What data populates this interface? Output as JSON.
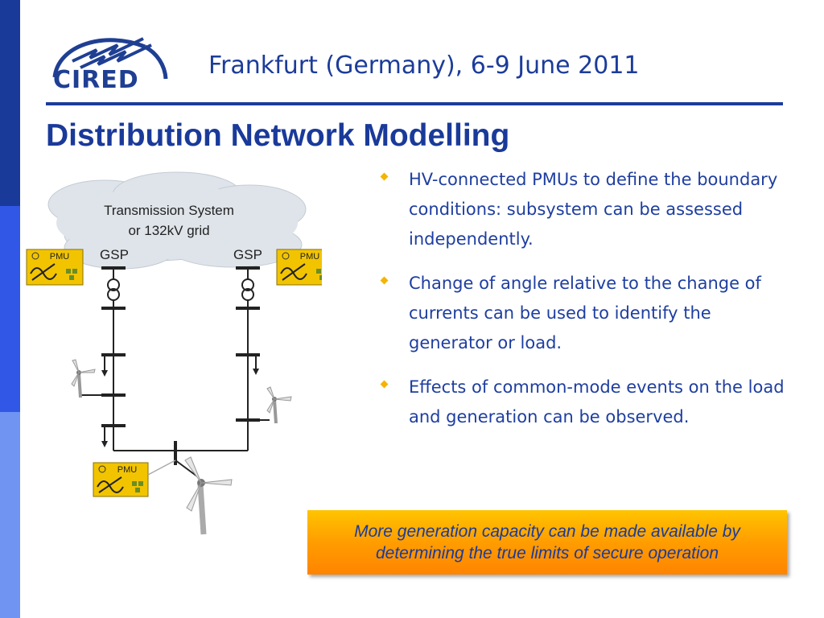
{
  "header": {
    "logo_text": "CIRED",
    "event": "Frankfurt (Germany), 6-9 June 2011"
  },
  "title": "Distribution Network Modelling",
  "diagram": {
    "cloud_line1": "Transmission System",
    "cloud_line2": "or 132kV grid",
    "gsp_left": "GSP",
    "gsp_right": "GSP",
    "pmu_labels": [
      "PMU",
      "PMU",
      "PMU"
    ]
  },
  "bullets": [
    "HV-connected PMUs  to define the boundary conditions: subsystem can be assessed independently.",
    "Change of angle relative to the change of currents can be used to identify the generator or load.",
    "Effects of common-mode events on the load and generation can be observed."
  ],
  "callout": "More generation capacity can be made available by determining the true limits of secure operation",
  "colors": {
    "primary_blue": "#1c3c9a",
    "bullet_marker": "#f5b400",
    "callout_orange": "#ff9d00",
    "pmu_yellow": "#f2c400"
  }
}
